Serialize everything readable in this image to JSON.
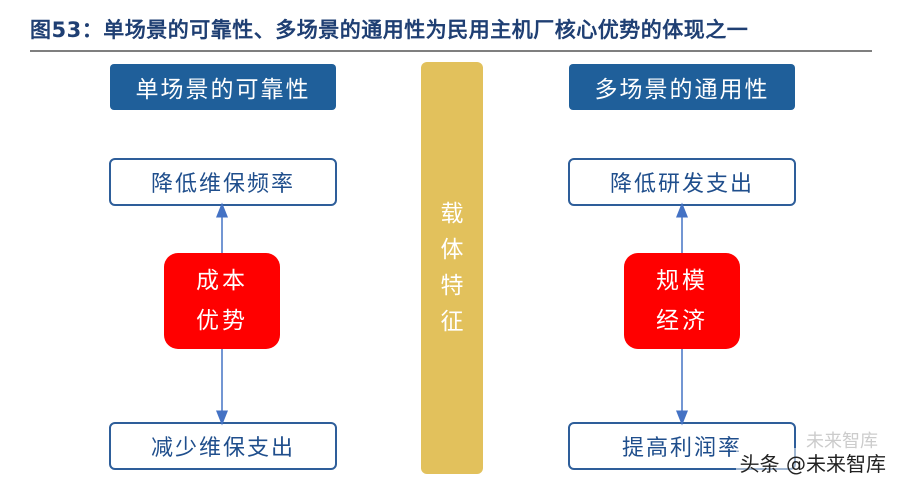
{
  "title": "图53：单场景的可靠性、多场景的通用性为民用主机厂核心优势的体现之一",
  "left": {
    "header": "单场景的可靠性",
    "top_box": "降低维保频率",
    "core_line1": "成本",
    "core_line2": "优势",
    "bottom_box": "减少维保支出"
  },
  "middle": {
    "c1": "载",
    "c2": "体",
    "c3": "特",
    "c4": "征"
  },
  "right": {
    "header": "多场景的通用性",
    "top_box": "降低研发支出",
    "core_line1": "规模",
    "core_line2": "经济",
    "bottom_box": "提高利润率"
  },
  "watermark": {
    "main": "头条 @未来智库",
    "sub": "未来智库"
  },
  "colors": {
    "header_blue": "#1f5f9a",
    "core_red": "#ff0000",
    "bar_gold": "#e2c15c",
    "arrow_blue": "#4472c4"
  }
}
